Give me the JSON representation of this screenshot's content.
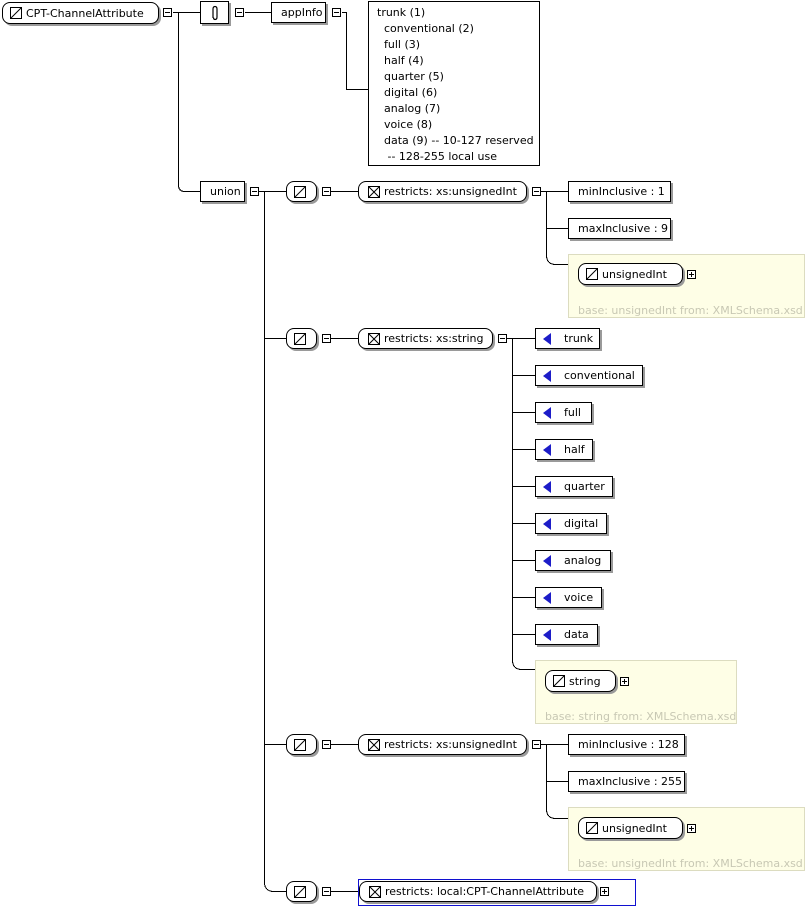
{
  "root": {
    "label": "CPT-ChannelAttribute"
  },
  "annotation": {
    "label": "appInfo",
    "doc": "trunk (1)\n  conventional (2)\n  full (3)\n  half (4)\n  quarter (5)\n  digital (6)\n  analog (7)\n  voice (8)\n  data (9) -- 10-127 reserved\n   -- 128-255 local use"
  },
  "union": {
    "label": "union"
  },
  "branches": [
    {
      "restriction": "restricts: xs:unsignedInt",
      "facets": [
        "minInclusive : 1",
        "maxInclusive : 9"
      ],
      "base_type": "unsignedInt",
      "base_info": "base: unsignedInt from: XMLSchema.xsd"
    },
    {
      "restriction": "restricts: xs:string",
      "enumerations": [
        "trunk",
        "conventional",
        "full",
        "half",
        "quarter",
        "digital",
        "analog",
        "voice",
        "data"
      ],
      "base_type": "string",
      "base_info": "base: string from: XMLSchema.xsd"
    },
    {
      "restriction": "restricts: xs:unsignedInt",
      "facets": [
        "minInclusive : 128",
        "maxInclusive : 255"
      ],
      "base_type": "unsignedInt",
      "base_info": "base: unsignedInt from: XMLSchema.xsd"
    },
    {
      "restriction": "restricts: local:CPT-ChannelAttribute"
    }
  ],
  "colors": {
    "enum_marker": "#1c1cc8",
    "base_panel": "#fefee6",
    "selection": "#1010d0",
    "base_text": "#c8c8b4"
  }
}
